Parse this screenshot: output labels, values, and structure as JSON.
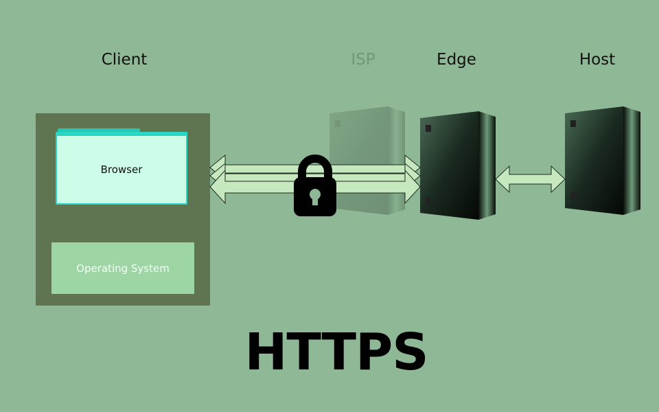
{
  "labels": {
    "client": "Client",
    "isp": "ISP",
    "edge": "Edge",
    "host": "Host"
  },
  "client": {
    "browser": "Browser",
    "os": "Operating System"
  },
  "title": "HTTPS",
  "colors": {
    "background": "#8fb896",
    "client_box": "#5f7552",
    "browser": "#cdfde8",
    "browser_border": "#2ad7c4",
    "os_box": "#9dd6a4",
    "arrow": "#c6e8bf"
  }
}
